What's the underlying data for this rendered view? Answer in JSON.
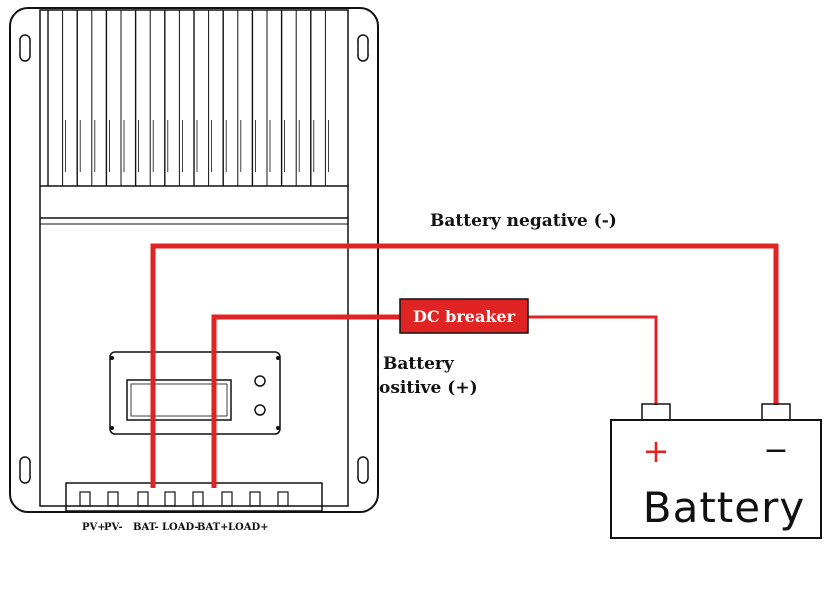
{
  "labels": {
    "battery_negative": "Battery negative (-)",
    "battery_positive_line1": "Battery",
    "battery_positive_line2": "ositive (+)",
    "dc_breaker": "DC breaker"
  },
  "terminals": [
    "PV+",
    "PV-",
    "BAT-",
    "LOAD-",
    "BAT+",
    "LOAD+"
  ],
  "battery": {
    "plus_symbol": "+",
    "minus_symbol": "−",
    "text": "Battery"
  },
  "colors": {
    "wire": "#e02424",
    "breaker_fill": "#e02424",
    "breaker_text": "#ffffff",
    "outline": "#111111"
  }
}
